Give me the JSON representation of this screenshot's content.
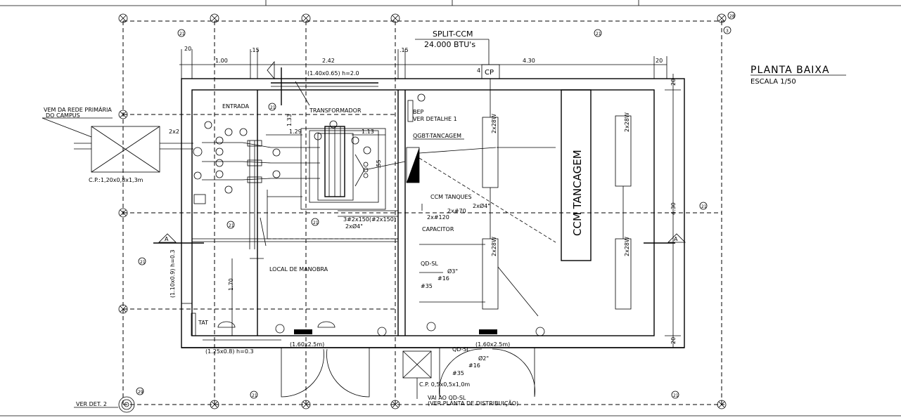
{
  "title": {
    "main": "PLANTA BAIXA",
    "scale": "ESCALA  1/50"
  },
  "split": {
    "name": "SPLIT-CCM",
    "capacity": "24.000 BTU's",
    "tag": "CP",
    "tag_num": "4"
  },
  "rooms": {
    "entrada": "ENTRADA",
    "transformador": "TRANSFORMADOR",
    "local_manobra": "LOCAL DE MANOBRA",
    "ccm": "CCM TANCAGEM",
    "tat": "TAT"
  },
  "notes": {
    "rede": "VEM DA REDE PRIMÁRIA",
    "rede2": "DO CAMPUS",
    "cp1": "C.P.:1,20x0,8x1,3m",
    "cp2": "C.P. 0,5x0,5x1,0m",
    "vai1": "VAI AO QD-SL",
    "vai2": "(VER PLANTA DE DISTRIBUIÇÃO)",
    "bep1": "BEP",
    "bep2": "VER DETALHE 1",
    "qgbt": "QGBT-TANCAGEM",
    "ccm_tanques": "CCM TANQUES",
    "capacitor": "CAPACITOR",
    "qd_sl": "QD-SL",
    "qd_sl2": "QD-SL",
    "ver_det": "VER DET. 2",
    "window1": "(1.40x0.65) h=2.0",
    "window2": "(1.10x0.9) h=0.3",
    "window3": "(1.25x0.8) h=0.3",
    "door1": "(1.60x2.5m)",
    "door2": "(1.60x2.5m)",
    "cable1": "3#2x150(#2x150)",
    "cable2": "2xØ4\"",
    "cable3": "2xØ4\"",
    "cable4": "2x#70",
    "cable5": "2x#120",
    "cable6": "Ø3\"",
    "cable7": "#16",
    "cable8": "#35",
    "cable9": "Ø2\"",
    "cable10": "#16",
    "cable11": "#35",
    "n2x3": "2x2",
    "lum": "2x28W"
  },
  "dims": {
    "d20a": "20",
    "d100": "1.00",
    "d15a": ".15",
    "d242": "2.42",
    "d15b": ".15",
    "d430": "4.30",
    "d20b": "20",
    "d20r1": "20",
    "d430v": "4.30",
    "d20r2": "20",
    "d129": "1.29",
    "d113": "1.13",
    "d170": "1.70",
    "d133": "1.33",
    "d55": ".55"
  },
  "markers": [
    "21",
    "21",
    "21",
    "21",
    "21",
    "21",
    "21",
    "21",
    "21",
    "28",
    "3",
    "29",
    "A",
    "A"
  ]
}
